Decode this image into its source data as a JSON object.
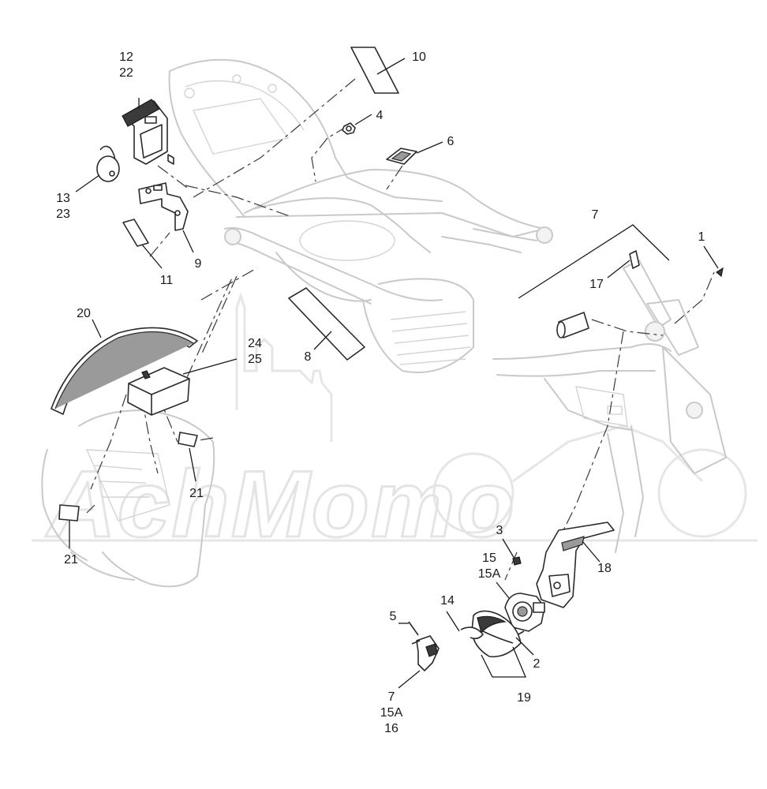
{
  "diagram": {
    "watermark_text": "AchMomo",
    "callouts": [
      {
        "id": "c1",
        "lines": [
          "1"
        ]
      },
      {
        "id": "c2",
        "lines": [
          "2"
        ]
      },
      {
        "id": "c3",
        "lines": [
          "3"
        ]
      },
      {
        "id": "c4",
        "lines": [
          "4"
        ]
      },
      {
        "id": "c5",
        "lines": [
          "5"
        ]
      },
      {
        "id": "c6",
        "lines": [
          "6"
        ]
      },
      {
        "id": "c7top",
        "lines": [
          "7"
        ]
      },
      {
        "id": "c7b",
        "lines": [
          "7",
          "15A",
          "16"
        ]
      },
      {
        "id": "c8",
        "lines": [
          "8"
        ]
      },
      {
        "id": "c9",
        "lines": [
          "9"
        ]
      },
      {
        "id": "c10",
        "lines": [
          "10"
        ]
      },
      {
        "id": "c11",
        "lines": [
          "11"
        ]
      },
      {
        "id": "c12",
        "lines": [
          "12",
          "22"
        ]
      },
      {
        "id": "c13",
        "lines": [
          "13",
          "23"
        ]
      },
      {
        "id": "c14",
        "lines": [
          "14"
        ]
      },
      {
        "id": "c15",
        "lines": [
          "15",
          "15A"
        ]
      },
      {
        "id": "c17",
        "lines": [
          "17"
        ]
      },
      {
        "id": "c18",
        "lines": [
          "18"
        ]
      },
      {
        "id": "c19",
        "lines": [
          "19"
        ]
      },
      {
        "id": "c20",
        "lines": [
          "20"
        ]
      },
      {
        "id": "c21a",
        "lines": [
          "21"
        ]
      },
      {
        "id": "c21b",
        "lines": [
          "21"
        ]
      },
      {
        "id": "c24",
        "lines": [
          "24",
          "25"
        ]
      }
    ]
  }
}
